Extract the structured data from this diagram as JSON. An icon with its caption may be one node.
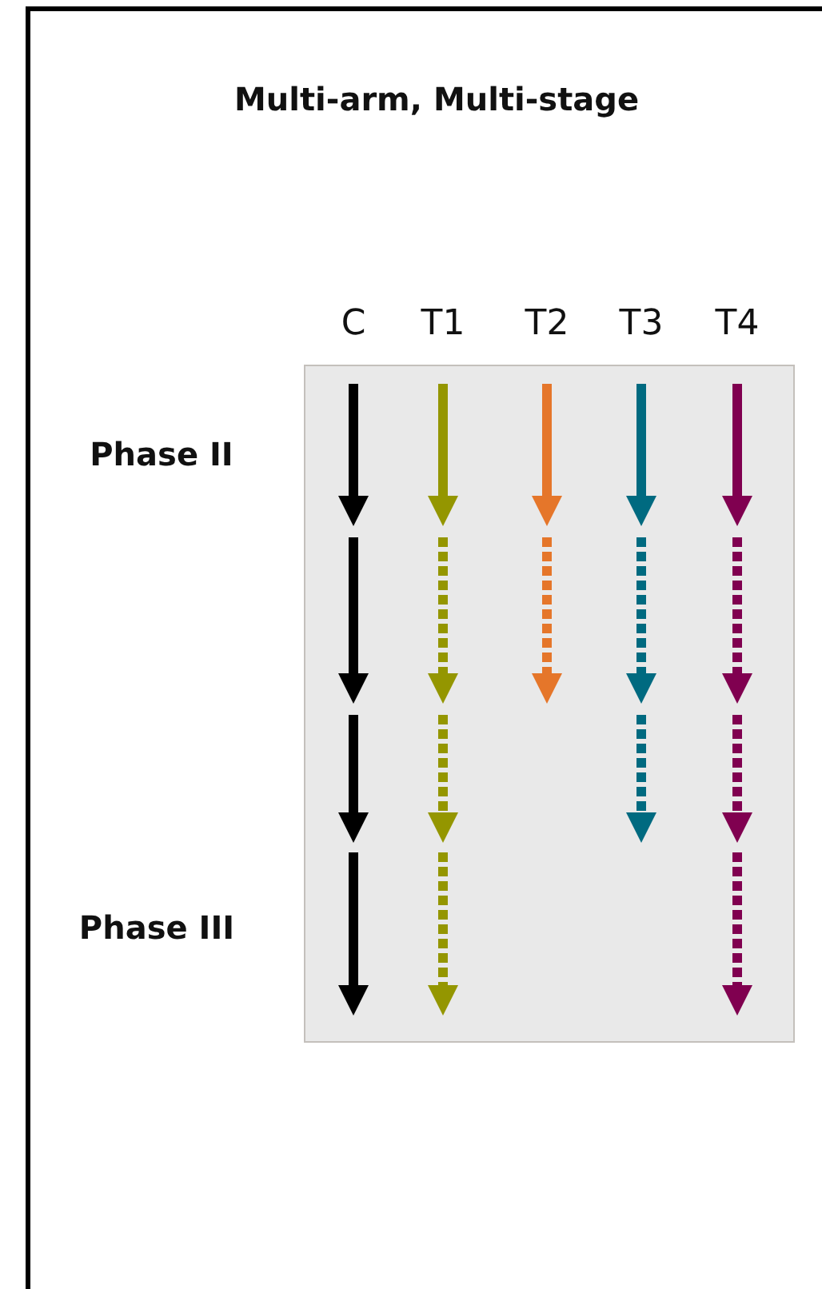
{
  "diagram": {
    "title": "Multi-arm, Multi-stage",
    "labels": [
      "C",
      "T1",
      "T2",
      "T3",
      "T4",
      "Phase II",
      "Phase III"
    ]
  }
}
